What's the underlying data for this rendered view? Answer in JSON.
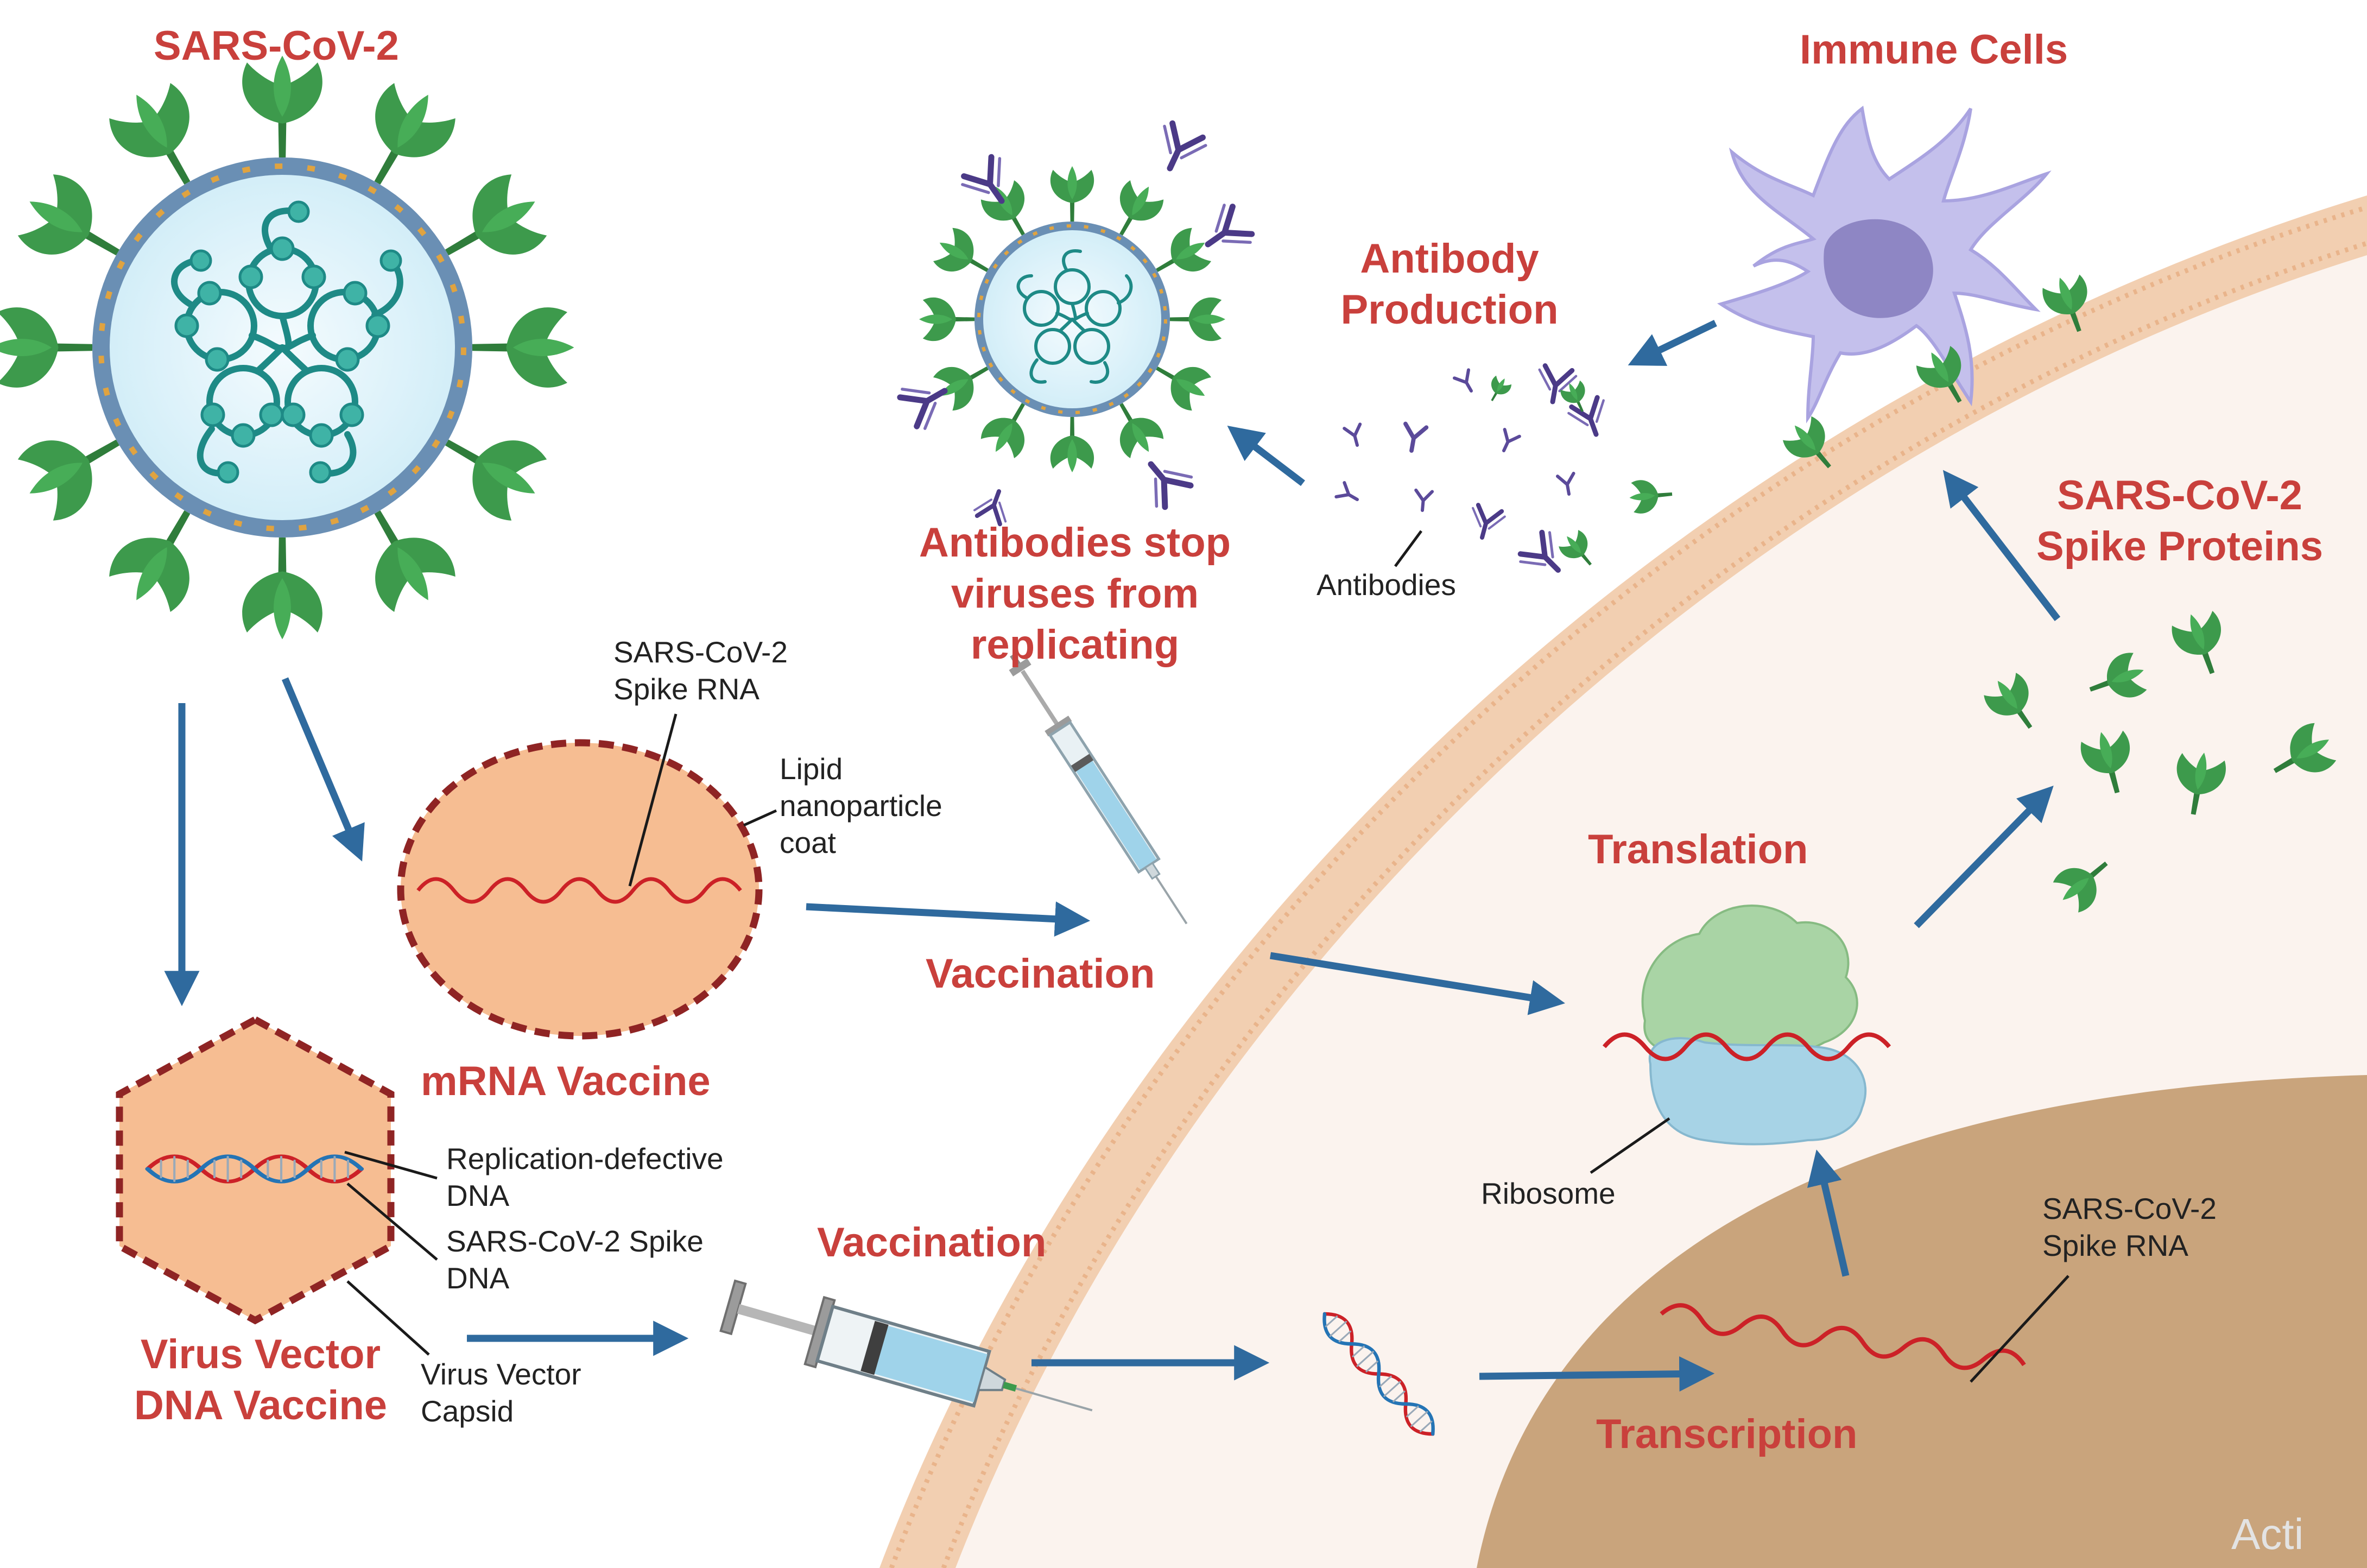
{
  "colors": {
    "label_red": "#c9403c",
    "arrow_blue": "#2f6a9e",
    "spike_green": "#3d9a4c",
    "antibody_purple": "#4b3a87",
    "vaccine_orange": "#f6bd92",
    "nucleus_brown": "#c9a47c",
    "cell_interior": "#fbf3ee",
    "membrane_orange": "#f2cfb1",
    "immune_cell_lilac": "#c4c0ec",
    "ribosome_green": "#a9d4a5",
    "ribosome_blue": "#a7d3e6",
    "rna_red": "#cc2127",
    "dna_blue": "#2474b5"
  },
  "labels": {
    "sars_cov2": "SARS-CoV-2",
    "immune_cells": "Immune Cells",
    "antibody_production": [
      "Antibody",
      "Production"
    ],
    "antibodies_stop": [
      "Antibodies stop",
      "viruses from",
      "replicating"
    ],
    "antibodies": "Antibodies",
    "spike_proteins": [
      "SARS-CoV-2",
      "Spike Proteins"
    ],
    "spike_rna_top": [
      "SARS-CoV-2",
      "Spike RNA"
    ],
    "lipid_coat": [
      "Lipid",
      "nanoparticle",
      "coat"
    ],
    "mrna_vaccine": "mRNA Vaccine",
    "vaccination_top": "Vaccination",
    "translation": "Translation",
    "ribosome": "Ribosome",
    "replication_dna": [
      "Replication-defective",
      "DNA"
    ],
    "spike_dna": [
      "SARS-CoV-2 Spike",
      "DNA"
    ],
    "vector_vaccine": [
      "Virus Vector",
      "DNA Vaccine"
    ],
    "vector_capsid": [
      "Virus Vector",
      "Capsid"
    ],
    "vaccination_bottom": "Vaccination",
    "spike_rna_nucleus": [
      "SARS-CoV-2",
      "Spike RNA"
    ],
    "transcription": "Transcription",
    "watermark": "Acti"
  },
  "icons": [
    "coronavirus-icon",
    "neutralized-virus-icon",
    "antibody-icon",
    "spike-protein-icon",
    "immune-cell-icon",
    "lipid-nanoparticle-icon",
    "viral-vector-capsid-icon",
    "syringe-icon",
    "dna-helix-icon",
    "ribosome-icon",
    "mrna-strand-icon",
    "arrow-icon"
  ]
}
